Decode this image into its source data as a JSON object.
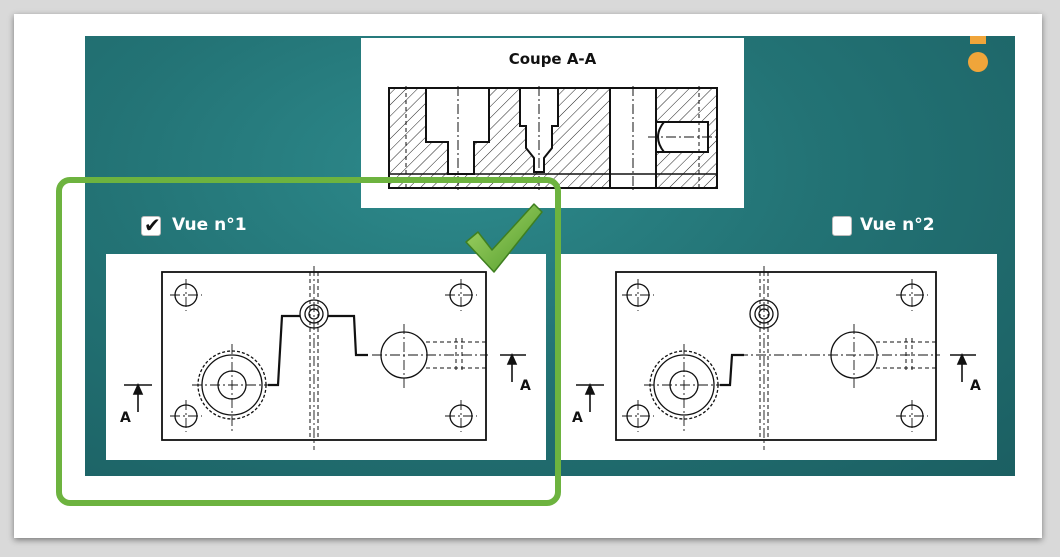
{
  "section": {
    "title": "Coupe A-A"
  },
  "views": [
    {
      "label": "Vue n°1",
      "checked": true,
      "section_mark": "A"
    },
    {
      "label": "Vue n°2",
      "checked": false,
      "section_mark": "A"
    }
  ],
  "colors": {
    "board": "#237375",
    "selection": "#6db33f",
    "accent": "#f0a53a"
  },
  "icons": {
    "correct": "checkmark-icon",
    "hint": "orange-dot-icon"
  }
}
